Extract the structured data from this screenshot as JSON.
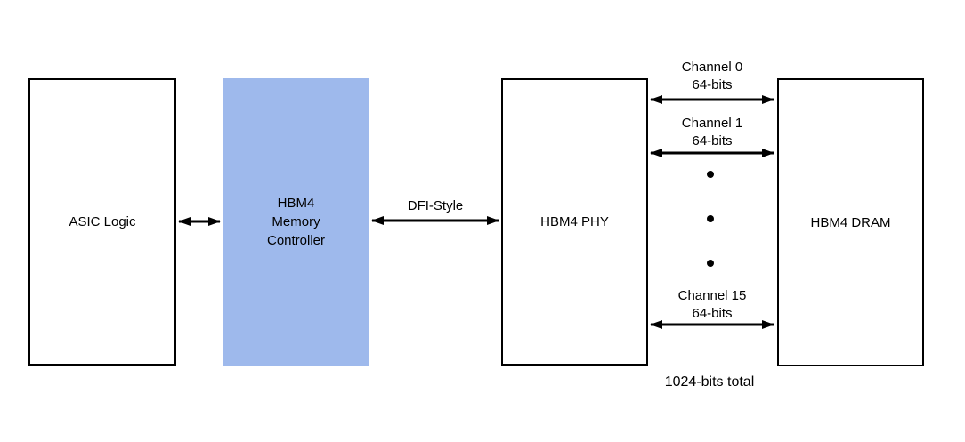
{
  "diagram": {
    "blocks": {
      "asic": {
        "label": "ASIC Logic"
      },
      "memory_controller": {
        "lines": [
          "HBM4",
          "Memory",
          "Controller"
        ],
        "fill": "#9EB9EC"
      },
      "phy": {
        "label": "HBM4 PHY"
      },
      "dram": {
        "label": "HBM4 DRAM"
      }
    },
    "links": {
      "dfi": {
        "label": "DFI-Style"
      }
    },
    "channels": [
      {
        "name": "Channel 0",
        "width": "64-bits"
      },
      {
        "name": "Channel 1",
        "width": "64-bits"
      },
      {
        "name": "Channel 15",
        "width": "64-bits"
      }
    ],
    "total_label": "1024-bits total",
    "colors": {
      "controller_fill": "#9EB9EC",
      "line": "#000000",
      "background": "#FFFFFF"
    }
  }
}
